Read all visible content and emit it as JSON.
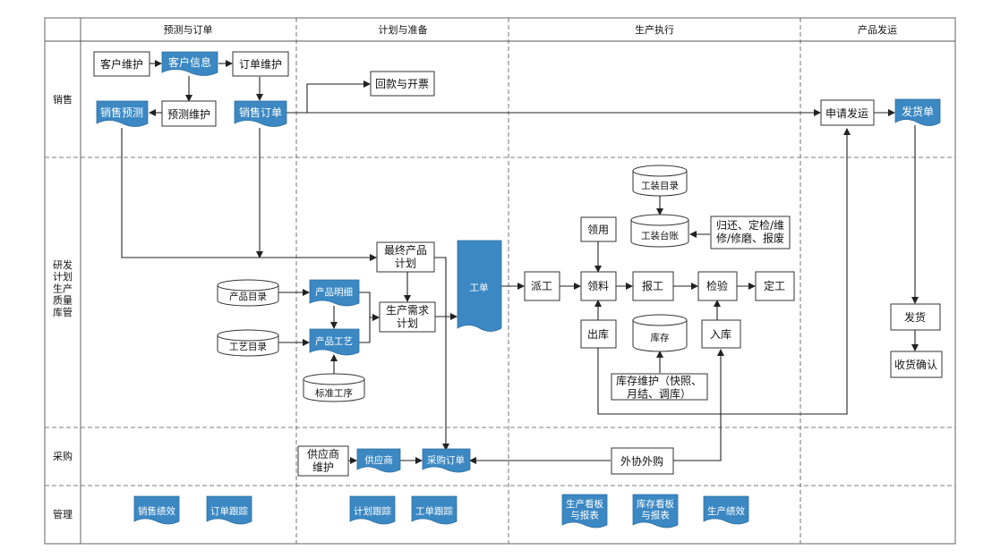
{
  "columns": [
    "预测与订单",
    "计划与准备",
    "生产执行",
    "产品发运"
  ],
  "lanes": [
    "销售",
    "研发\n计划\n生产\n质量\n库管",
    "采购",
    "管理"
  ],
  "nodes": {
    "customer_maint": "客户维护",
    "customer_info": "客户信息",
    "order_maint": "订单维护",
    "forecast_maint": "预测维护",
    "sales_forecast": "销售预测",
    "sales_order": "销售订单",
    "payment_invoice": "回款与开票",
    "apply_ship": "申请发运",
    "ship_doc": "发货单",
    "final_plan": "最终产品\n计划",
    "prod_demand": "生产需求\n计划",
    "prod_detail": "产品明细",
    "prod_process": "产品工艺",
    "prod_catalog": "产品目录",
    "process_catalog": "工艺目录",
    "std_process": "标准工序",
    "work_order": "工单",
    "dispatch": "派工",
    "pick_material": "领料",
    "report_work": "报工",
    "inspect": "检验",
    "finalize": "定工",
    "collect": "领用",
    "tool_catalog": "工装目录",
    "tool_ledger": "工装台账",
    "tool_return": "归还、定检/维\n修/修磨、报废",
    "out_stock": "出库",
    "stock": "库存",
    "in_stock": "入库",
    "stock_maint": "库存维护（快照、\n月结、调库）",
    "deliver": "发货",
    "receipt_confirm": "收货确认",
    "supplier_maint": "供应商\n维护",
    "supplier": "供应商",
    "purchase_order": "采购订单",
    "outsource": "外协外购",
    "sales_perf": "销售绩效",
    "order_track": "订单跟踪",
    "plan_track": "计划跟踪",
    "work_track": "工单跟踪",
    "prod_board": "生产看板\n与报表",
    "stock_board": "库存看板\n与报表",
    "prod_perf": "生产绩效"
  }
}
